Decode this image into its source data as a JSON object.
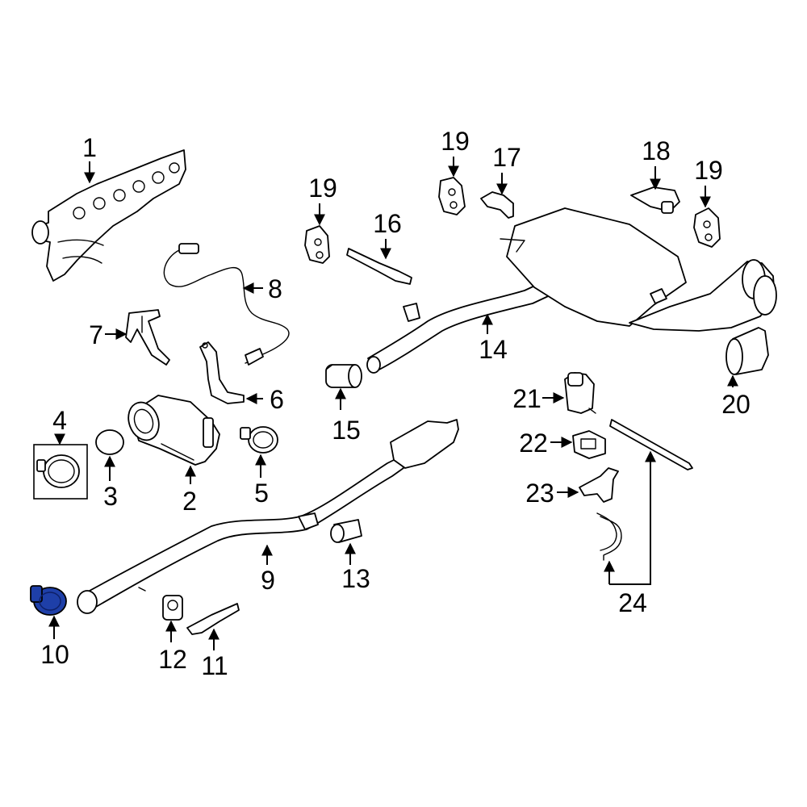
{
  "callouts": {
    "c1": "1",
    "c2": "2",
    "c3": "3",
    "c4": "4",
    "c5": "5",
    "c6": "6",
    "c7": "7",
    "c8": "8",
    "c9": "9",
    "c10": "10",
    "c11": "11",
    "c12": "12",
    "c13": "13",
    "c14": "14",
    "c15": "15",
    "c16": "16",
    "c17": "17",
    "c18": "18",
    "c19a": "19",
    "c19b": "19",
    "c19c": "19",
    "c20": "20",
    "c21": "21",
    "c22": "22",
    "c23": "23",
    "c24": "24"
  },
  "colors": {
    "highlight": "#1e3fa8",
    "line": "#000000",
    "background": "#ffffff"
  },
  "highlighted_part": "10"
}
